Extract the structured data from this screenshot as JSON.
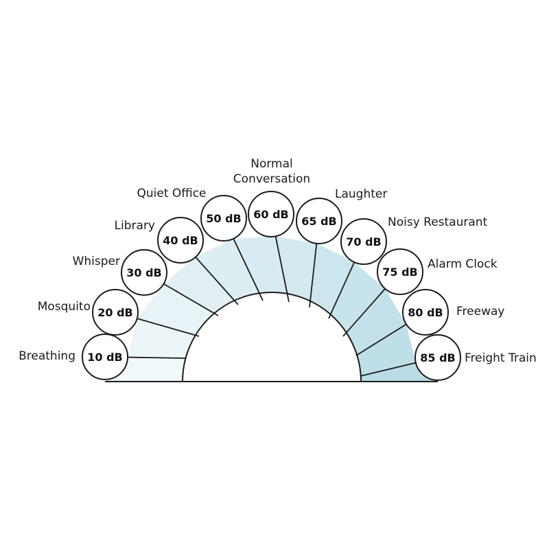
{
  "colors": {
    "ring_low": "#f1f8fa",
    "ring_high": "#b9dce6",
    "stroke": "#1b1b1b",
    "background": "#ffffff"
  },
  "levels": [
    {
      "label": "Breathing",
      "db": "10 dB"
    },
    {
      "label": "Mosquito",
      "db": "20 dB"
    },
    {
      "label": "Whisper",
      "db": "30 dB"
    },
    {
      "label": "Library",
      "db": "40 dB"
    },
    {
      "label": "Quiet Office",
      "db": "50 dB"
    },
    {
      "label": "Normal Conversation",
      "db": "60 dB"
    },
    {
      "label": "Laughter",
      "db": "65 dB"
    },
    {
      "label": "Noisy Restaurant",
      "db": "70 dB"
    },
    {
      "label": "Alarm Clock",
      "db": "75 dB"
    },
    {
      "label": "Freeway",
      "db": "80 dB"
    },
    {
      "label": "Freight Train",
      "db": "85 dB"
    }
  ]
}
